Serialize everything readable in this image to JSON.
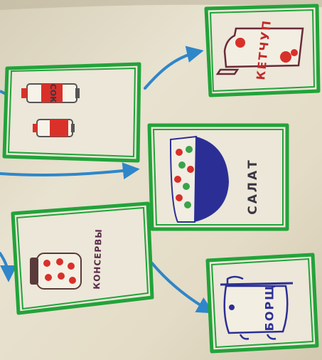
{
  "labels": {
    "juice": "СОК",
    "ketchup": "КЕТЧУП",
    "salad": "САЛАТ",
    "canned": "КОНСЕРВЫ",
    "borscht": "БОРЩ"
  },
  "colors": {
    "paper": "#e7e1cf",
    "frame": "#22a33a",
    "arrow": "#2f86c9",
    "red": "#d9302a",
    "blue_ink": "#2b2f95",
    "dark_ink": "#3a3540"
  },
  "icon_names": [
    "juice-bottle-icon",
    "ketchup-pack-icon",
    "salad-bowl-icon",
    "jar-icon",
    "pot-icon",
    "arrow-icon"
  ]
}
